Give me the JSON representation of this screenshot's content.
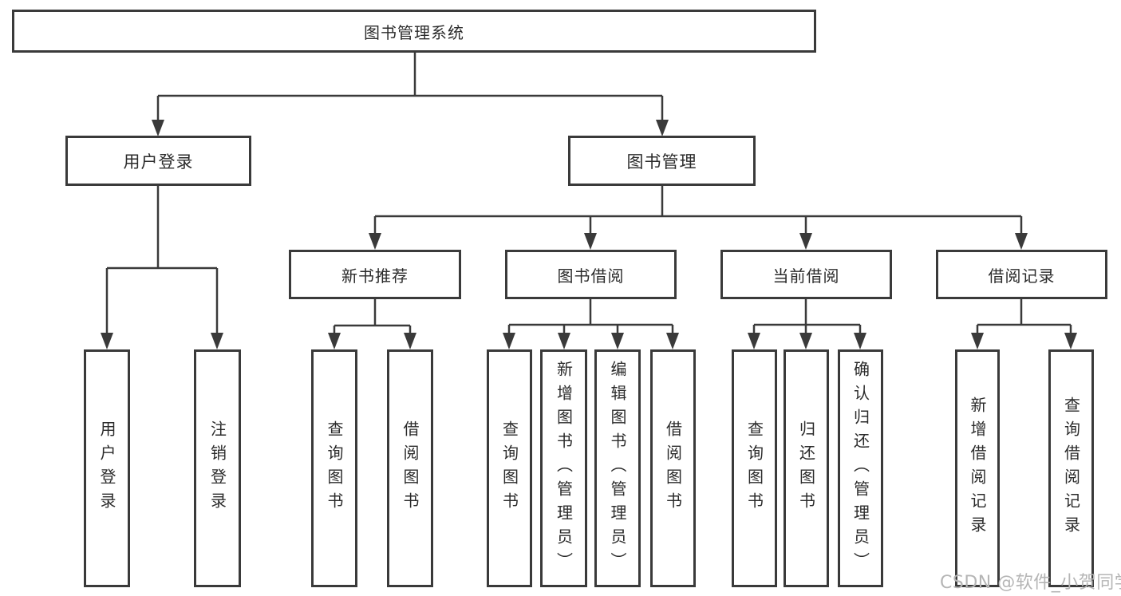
{
  "title": "图书管理系统",
  "watermark": "CSDN @软件_小贺同学",
  "colors": {
    "line": "#3a3a3a",
    "text": "#2b2b2b",
    "watermark": "#b5b5b5",
    "background": "#ffffff"
  },
  "tree": {
    "label": "图书管理系统",
    "children": [
      {
        "label": "用户登录",
        "children": [
          {
            "label": "用户登录"
          },
          {
            "label": "注销登录"
          }
        ]
      },
      {
        "label": "图书管理",
        "children": [
          {
            "label": "新书推荐",
            "children": [
              {
                "label": "查询图书"
              },
              {
                "label": "借阅图书"
              }
            ]
          },
          {
            "label": "图书借阅",
            "children": [
              {
                "label": "查询图书"
              },
              {
                "label": "新增图书（管理员）"
              },
              {
                "label": "编辑图书（管理员）"
              },
              {
                "label": "借阅图书"
              }
            ]
          },
          {
            "label": "当前借阅",
            "children": [
              {
                "label": "查询图书"
              },
              {
                "label": "归还图书"
              },
              {
                "label": "确认归还（管理员）"
              }
            ]
          },
          {
            "label": "借阅记录",
            "children": [
              {
                "label": "新增借阅记录"
              },
              {
                "label": "查询借阅记录"
              }
            ]
          }
        ]
      }
    ]
  }
}
